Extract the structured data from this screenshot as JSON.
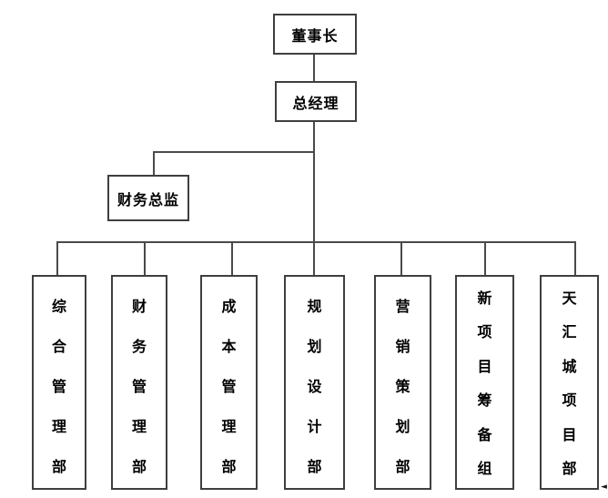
{
  "org_chart": {
    "chairman": {
      "label": "董事长"
    },
    "general_manager": {
      "label": "总经理"
    },
    "finance_director": {
      "label": "财务总监"
    },
    "departments": [
      {
        "label": "综合管理部"
      },
      {
        "label": "财务管理部"
      },
      {
        "label": "成本管理部"
      },
      {
        "label": "规划设计部"
      },
      {
        "label": "营销策划部"
      },
      {
        "label": "新项目筹备组"
      },
      {
        "label": "天汇城项目部"
      }
    ]
  },
  "artifact": {
    "glyph": "◄"
  },
  "colors": {
    "background": "#ffffff",
    "box_border": "#3f3f3f",
    "connector_line": "#4a4a4a",
    "text": "#000000"
  }
}
